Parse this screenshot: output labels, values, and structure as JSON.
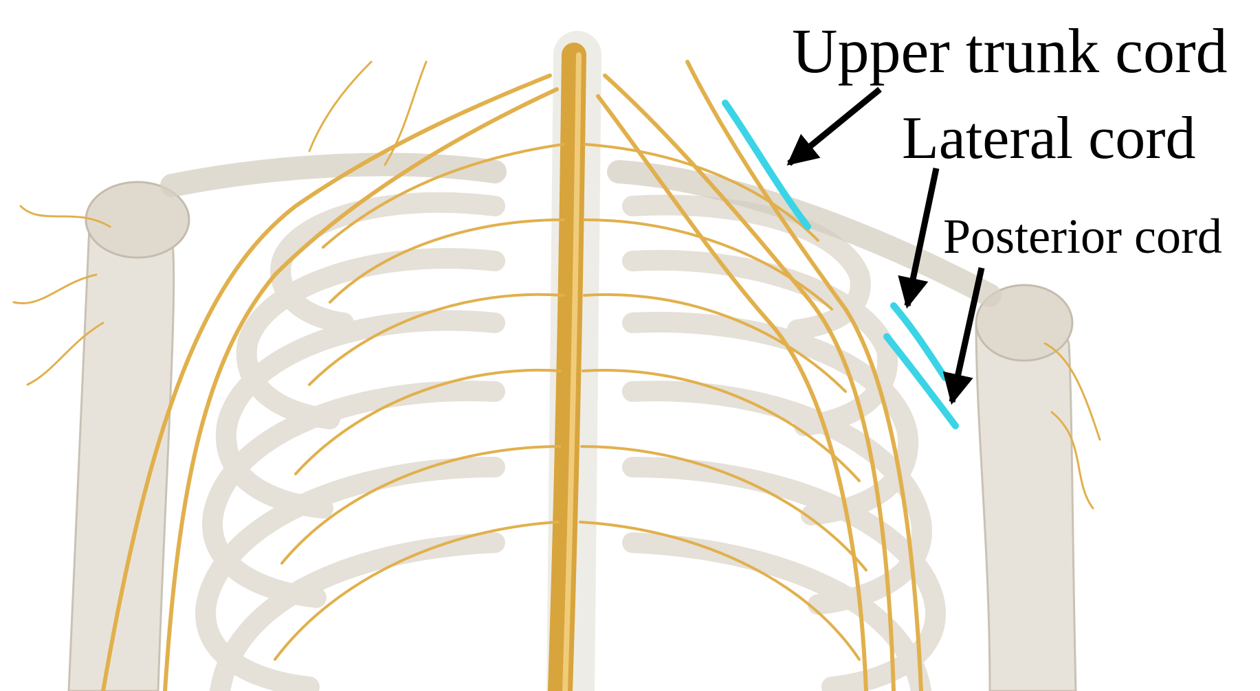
{
  "labels": {
    "upper_trunk_cord": "Upper trunk cord",
    "lateral_cord": "Lateral cord",
    "posterior_cord": "Posterior cord"
  },
  "colors": {
    "background": "#ffffff",
    "bone": "#d9d3c6",
    "nerve": "#e1b04c",
    "highlight": "#3ad4e6",
    "label": "#000000"
  }
}
